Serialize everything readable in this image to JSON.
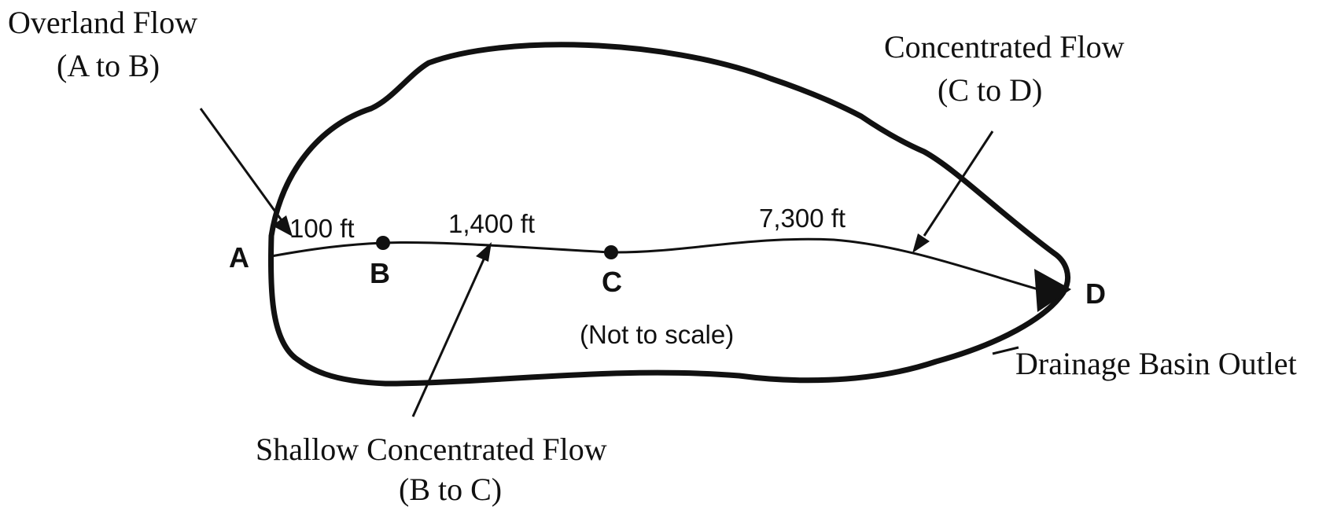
{
  "colors": {
    "ink": "#111111",
    "background": "#ffffff"
  },
  "callouts": {
    "overland": {
      "title": "Overland Flow",
      "range": "(A to B)"
    },
    "concentrated": {
      "title": "Concentrated Flow",
      "range": "(C to D)"
    },
    "shallow": {
      "title": "Shallow Concentrated Flow",
      "range": "(B to C)"
    },
    "outlet": "Drainage Basin Outlet"
  },
  "points": {
    "a": "A",
    "b": "B",
    "c": "C",
    "d": "D"
  },
  "segments": {
    "ab": "100 ft",
    "bc": "1,400 ft",
    "cd": "7,300 ft"
  },
  "note": "(Not to scale)"
}
